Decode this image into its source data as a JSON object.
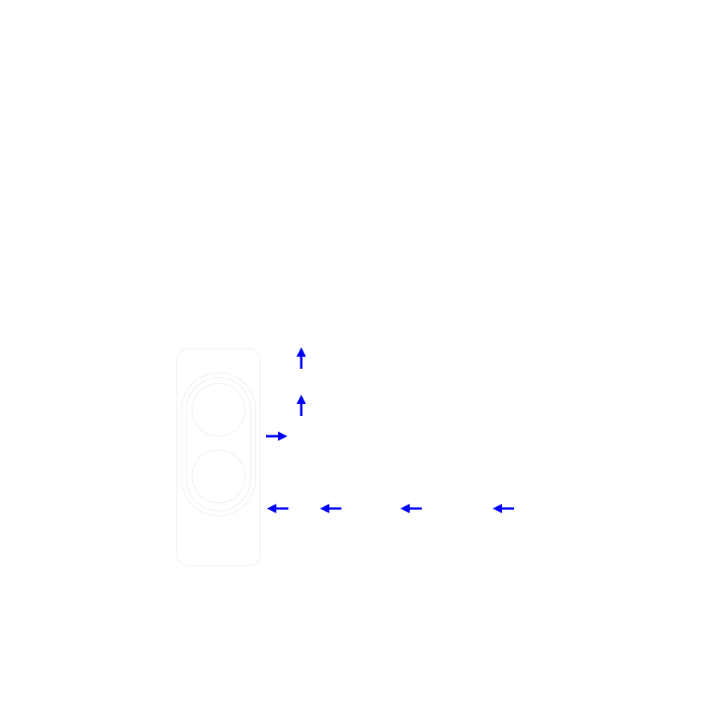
{
  "colors": {
    "background": "#ffffff",
    "outline": "#eeeeee",
    "arrow": "#0000ff"
  },
  "diagram": {
    "shape_outline": {
      "icon": "camera-module-outline",
      "parts": [
        "outer-body",
        "lens-housing",
        "lens-ring",
        "upper-lens",
        "lower-lens"
      ]
    },
    "arrows": [
      {
        "name": "arrow-up-1",
        "direction": "up"
      },
      {
        "name": "arrow-up-2",
        "direction": "up"
      },
      {
        "name": "arrow-right-1",
        "direction": "right"
      },
      {
        "name": "arrow-left-1",
        "direction": "left"
      },
      {
        "name": "arrow-left-2",
        "direction": "left"
      },
      {
        "name": "arrow-left-3",
        "direction": "left"
      },
      {
        "name": "arrow-left-4",
        "direction": "left"
      }
    ]
  }
}
